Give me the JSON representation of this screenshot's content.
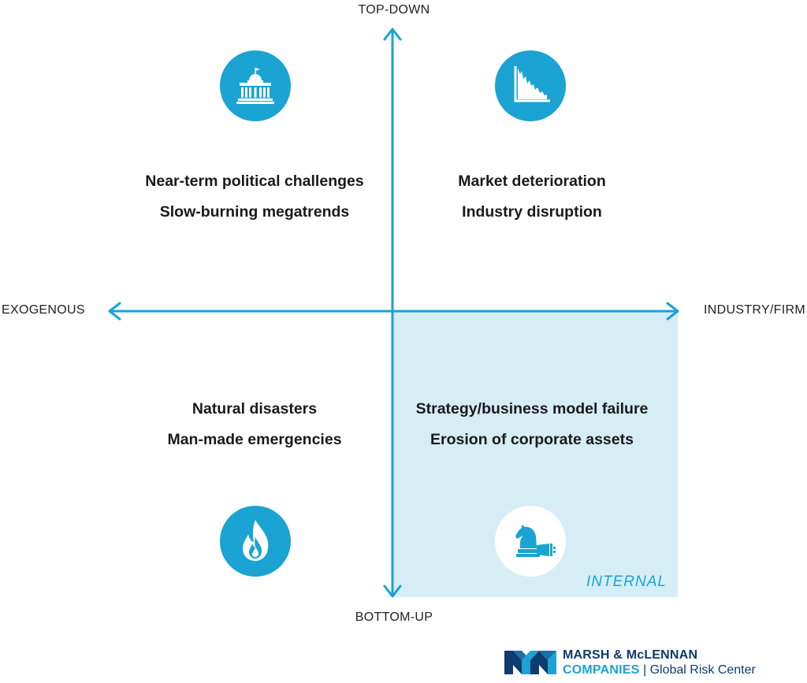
{
  "axes": {
    "top": "TOP-DOWN",
    "bottom": "BOTTOM-UP",
    "left": "EXOGENOUS",
    "right": "INDUSTRY/FIRM"
  },
  "quadrants": {
    "top_left": {
      "icon": "government-building-icon",
      "lines": [
        "Near-term political challenges",
        "Slow-burning megatrends"
      ]
    },
    "top_right": {
      "icon": "declining-chart-icon",
      "lines": [
        "Market deterioration",
        "Industry disruption"
      ]
    },
    "bottom_left": {
      "icon": "fire-icon",
      "lines": [
        "Natural disasters",
        "Man-made emergencies"
      ]
    },
    "bottom_right": {
      "icon": "chess-knight-toppled-king-icon",
      "lines": [
        "Strategy/business model failure",
        "Erosion of corporate assets"
      ]
    }
  },
  "internal_label": "INTERNAL",
  "logo": {
    "line1": "MARSH & McLENNAN",
    "line2_left": "COMPANIES",
    "line2_sep": "|",
    "line2_right": "Global Risk Center"
  },
  "colors": {
    "accent": "#1aa3d3",
    "internal_fill": "#d6edf5",
    "brand_dark": "#0f3b6e"
  }
}
